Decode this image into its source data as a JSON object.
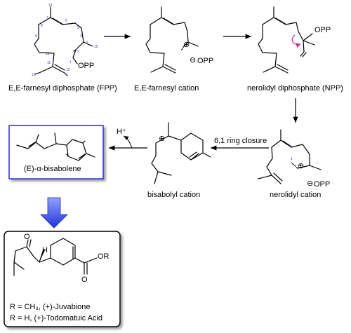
{
  "compounds": {
    "fpp": {
      "name": "E,E-farnesyl diphosphate (FPP)",
      "group": "OPP",
      "numbers": [
        "1",
        "2",
        "3",
        "4",
        "5",
        "6",
        "7",
        "8",
        "9",
        "10",
        "11",
        "12",
        "13",
        "14",
        "15"
      ]
    },
    "farnesyl_cation": {
      "name": "E,E-farnesyl cation",
      "group": "OPP",
      "charge": "⊕",
      "anion": "⊖"
    },
    "npp": {
      "name": "nerolidyl diphosphate (NPP)",
      "group": "OPP"
    },
    "nerolidyl_cation": {
      "name": "nerolidyl cation",
      "group": "OPP",
      "charge": "⊕",
      "anion": "⊖",
      "numbers": [
        "6",
        "1"
      ]
    },
    "bisabolyl_cation": {
      "name": "bisabolyl cation",
      "charge": "⊕"
    },
    "bisabolene": {
      "name": "(E)-α-bisabolene"
    },
    "final": {
      "carbonyl_o": "O",
      "hydrogen": "H",
      "ester_o": "O",
      "ester_group": "OR",
      "line1": "R = CH₃, (+)-Juvabione",
      "line2": "R = H, (+)-Todomatuic Acid"
    }
  },
  "arrows": {
    "ring_closure": "6,1 ring closure",
    "proton_loss": "H⁺"
  },
  "colors": {
    "highlight_border": "#2b2bd0",
    "numbering": "#3b3bd6",
    "curved_arrow": "#cc2299",
    "big_arrow_top": "#8ea2ff",
    "big_arrow_bottom": "#2432d8"
  }
}
